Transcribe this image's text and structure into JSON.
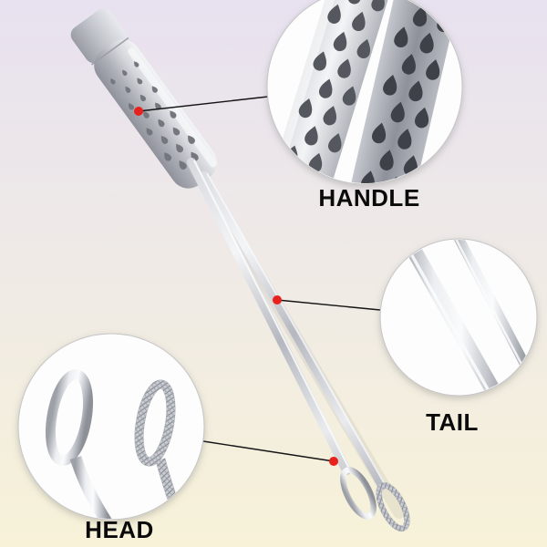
{
  "product_diagram": {
    "callouts": [
      {
        "id": "handle",
        "label": "HANDLE"
      },
      {
        "id": "tail",
        "label": "TAIL"
      },
      {
        "id": "head",
        "label": "HEAD"
      }
    ],
    "marker_color": "#e8211d"
  },
  "colors": {
    "background_top": "#e8e1f0",
    "background_bottom": "#f7f2d8",
    "metal_light": "#f4f5f7",
    "metal_dark": "#8f929a",
    "label_text": "#0a0a0a",
    "callout_circle_fill": "#fdfdfd",
    "callout_circle_border": "#c6c6c6",
    "connector_line": "#141414"
  }
}
